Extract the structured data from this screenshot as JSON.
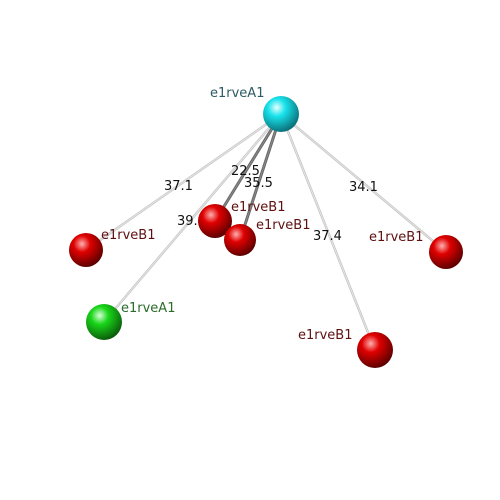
{
  "diagram": {
    "colors": {
      "hub": "#19e3ec",
      "partner_red": "#e00000",
      "partner_green": "#19d619",
      "label_hub": "#2c5b63",
      "label_red": "#5e1010",
      "label_green": "#2b6b2b",
      "link_light": "#c8c8c8",
      "link_dark": "#6a6a6a"
    },
    "nodes": [
      {
        "id": "hub",
        "label": "e1rveA1",
        "kind": "hub"
      },
      {
        "id": "n1",
        "label": "e1rveB1",
        "kind": "red"
      },
      {
        "id": "n2",
        "label": "e1rveB1",
        "kind": "red"
      },
      {
        "id": "n3",
        "label": "e1rveB1",
        "kind": "red"
      },
      {
        "id": "n4",
        "label": "e1rveB1",
        "kind": "red"
      },
      {
        "id": "n5",
        "label": "e1rveB1",
        "kind": "red"
      },
      {
        "id": "n6",
        "label": "e1rveA1",
        "kind": "green"
      }
    ],
    "links": [
      {
        "from": "hub",
        "to": "n1",
        "distance": "37.1",
        "style": "light"
      },
      {
        "from": "hub",
        "to": "n2",
        "distance": "22.5",
        "style": "dark"
      },
      {
        "from": "hub",
        "to": "n3",
        "distance": "35.5",
        "style": "dark"
      },
      {
        "from": "hub",
        "to": "n4",
        "distance": "34.1",
        "style": "light"
      },
      {
        "from": "hub",
        "to": "n5",
        "distance": "37.4",
        "style": "light"
      },
      {
        "from": "hub",
        "to": "n6",
        "distance": "39.4",
        "style": "light"
      }
    ]
  }
}
